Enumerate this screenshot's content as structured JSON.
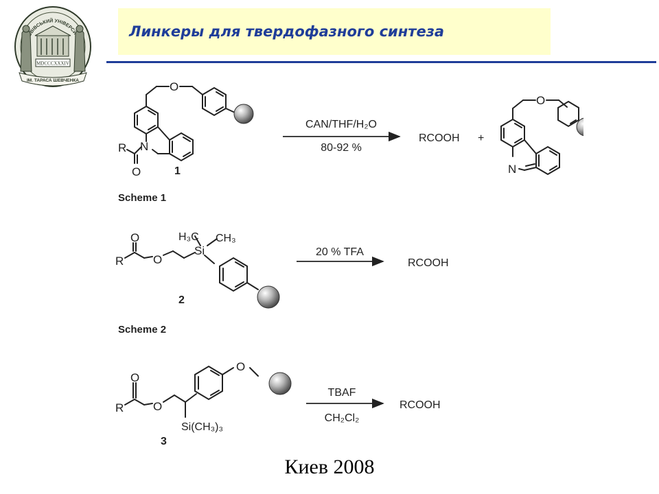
{
  "slide": {
    "title": "Линкеры для твердофазного синтеза",
    "footer": "Киев 2008"
  },
  "logo": {
    "arc_top": "ЛЬВІВСЬКИЙ УНІВЕРСИТЕТ",
    "year": "MDCCCXXXIV",
    "ribbon": "ІМ. ТАРАСА ШЕВЧЕНКА"
  },
  "scheme1": {
    "caption": "Scheme 1",
    "compound": "1",
    "reagent": "CAN/THF/H₂O",
    "yield": "80-92 %",
    "product": "RCOOH",
    "plus": "+",
    "atoms": {
      "R": "R",
      "N": "N",
      "O_carbonyl": "O",
      "O_ether": "O",
      "N_product": "N",
      "O_product": "O"
    }
  },
  "scheme2": {
    "caption": "Scheme 2",
    "compound": "2",
    "reagent": "20 % TFA",
    "product": "RCOOH",
    "atoms": {
      "R": "R",
      "O_carbonyl": "O",
      "O_ester": "O",
      "Si": "Si",
      "H3C": "H₃C",
      "CH3": "CH₃"
    }
  },
  "scheme3": {
    "caption": "Scheme 3",
    "compound": "3",
    "reagent_top": "TBAF",
    "reagent_bottom": "CH₂Cl₂",
    "product": "RCOOH",
    "atoms": {
      "R": "R",
      "O_carbonyl": "O",
      "O_ester": "O",
      "O_ether": "O",
      "SiMe3": "Si(CH₃)₃"
    }
  }
}
